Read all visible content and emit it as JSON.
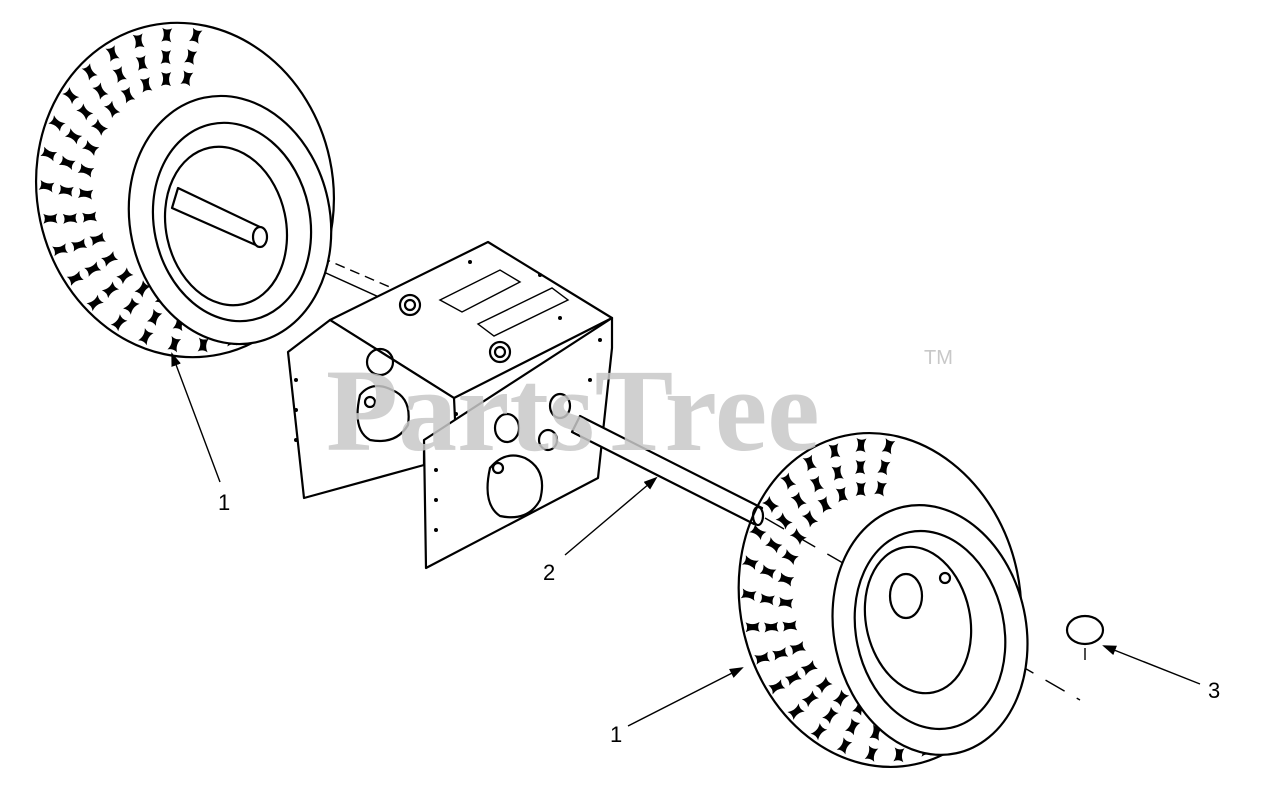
{
  "diagram": {
    "watermark": {
      "text": "PartsTree",
      "trademark": "TM"
    },
    "callouts": [
      {
        "id": "left-wheel",
        "label": "1"
      },
      {
        "id": "axle",
        "label": "2"
      },
      {
        "id": "right-wheel",
        "label": "1"
      },
      {
        "id": "hub-cap",
        "label": "3"
      }
    ],
    "colors": {
      "ink": "#000000",
      "paper": "#ffffff",
      "watermark": "#c8c8c8"
    }
  }
}
